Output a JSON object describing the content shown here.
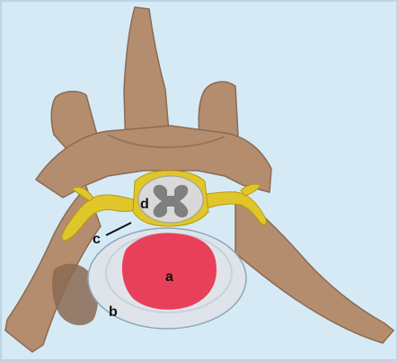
{
  "labels": {
    "a": "a",
    "b": "b",
    "c": "c",
    "d": "d"
  },
  "colors": {
    "background": "#d6eaf6",
    "border": "#bcd4e6",
    "bone": "#b48d6f",
    "bone_shadow": "#8b6a52",
    "nerve": "#e0c62a",
    "nucleus": "#e8405a",
    "annulus": "#dfe4ea",
    "cord_outer": "#d9d9d9",
    "cord_grey_matter": "#7f7f7f",
    "label_text": "#111111"
  }
}
